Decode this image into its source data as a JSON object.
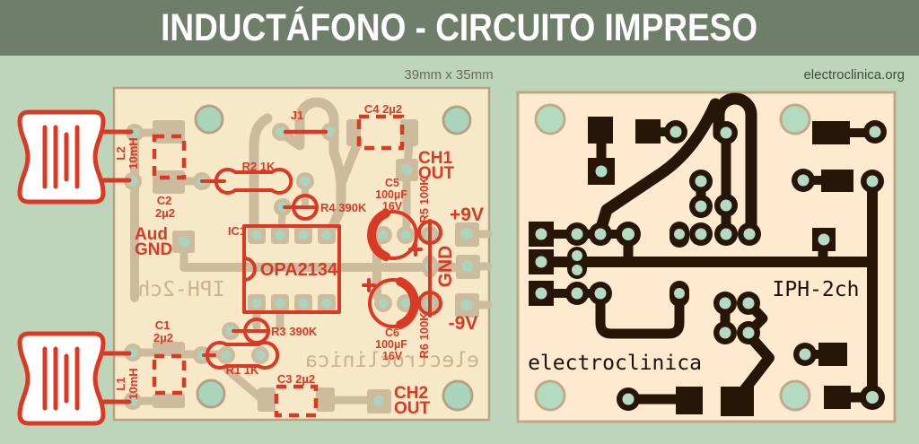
{
  "header": {
    "title": "INDUCTÁFONO - CIRCUITO IMPRESO"
  },
  "subheader": {
    "dimensions": "39mm x 35mm",
    "website": "electroclinica.org"
  },
  "component_board": {
    "refs": {
      "l2_name": "L2",
      "l2_value": "10mH",
      "c2_name": "C2",
      "c2_value": "2µ2",
      "aud_line1": "Aud",
      "aud_line2": "GND",
      "r2": "R2 1K",
      "j1": "J1",
      "c4": "C4 2µ2",
      "ch1_line1": "CH1",
      "ch1_line2": "OUT",
      "c5_name": "C5",
      "c5_value": "100µF",
      "c5_voltage": "16V",
      "r5": "R5 100K",
      "plus9v": "+9V",
      "gnd": "GND",
      "minus9v": "-9V",
      "r6": "R6 100K",
      "c6_name": "C6",
      "c6_value": "100µF",
      "c6_voltage": "16V",
      "ic1": "IC1",
      "opamp": "OPA2134",
      "r4": "R4 390K",
      "r3": "R3 390K",
      "r1": "R1 1K",
      "c1_name": "C1",
      "c1_value": "2µ2",
      "l1_name": "L1",
      "l1_value": "10mH",
      "c3": "C3 2µ2",
      "ch2_line1": "CH2",
      "ch2_line2": "OUT"
    },
    "mirrored": {
      "model": "IPH-2ch",
      "brand": "electroclinica"
    }
  },
  "copper_board": {
    "model": "IPH-2ch",
    "brand": "electroclinica"
  },
  "colors": {
    "header_bg": "#6f7e6b",
    "page_bg": "#bdd6ba",
    "component_board_fill": "#f7e9c8",
    "copper_board_fill": "#fdeacf",
    "board_border": "#b7a285",
    "trace_tan": "#cdbb9e",
    "copper_dark": "#271608",
    "silkscreen_red": "#d83a26",
    "pad_teal": "#abd4bd",
    "mirror_text": "#c9b391"
  }
}
